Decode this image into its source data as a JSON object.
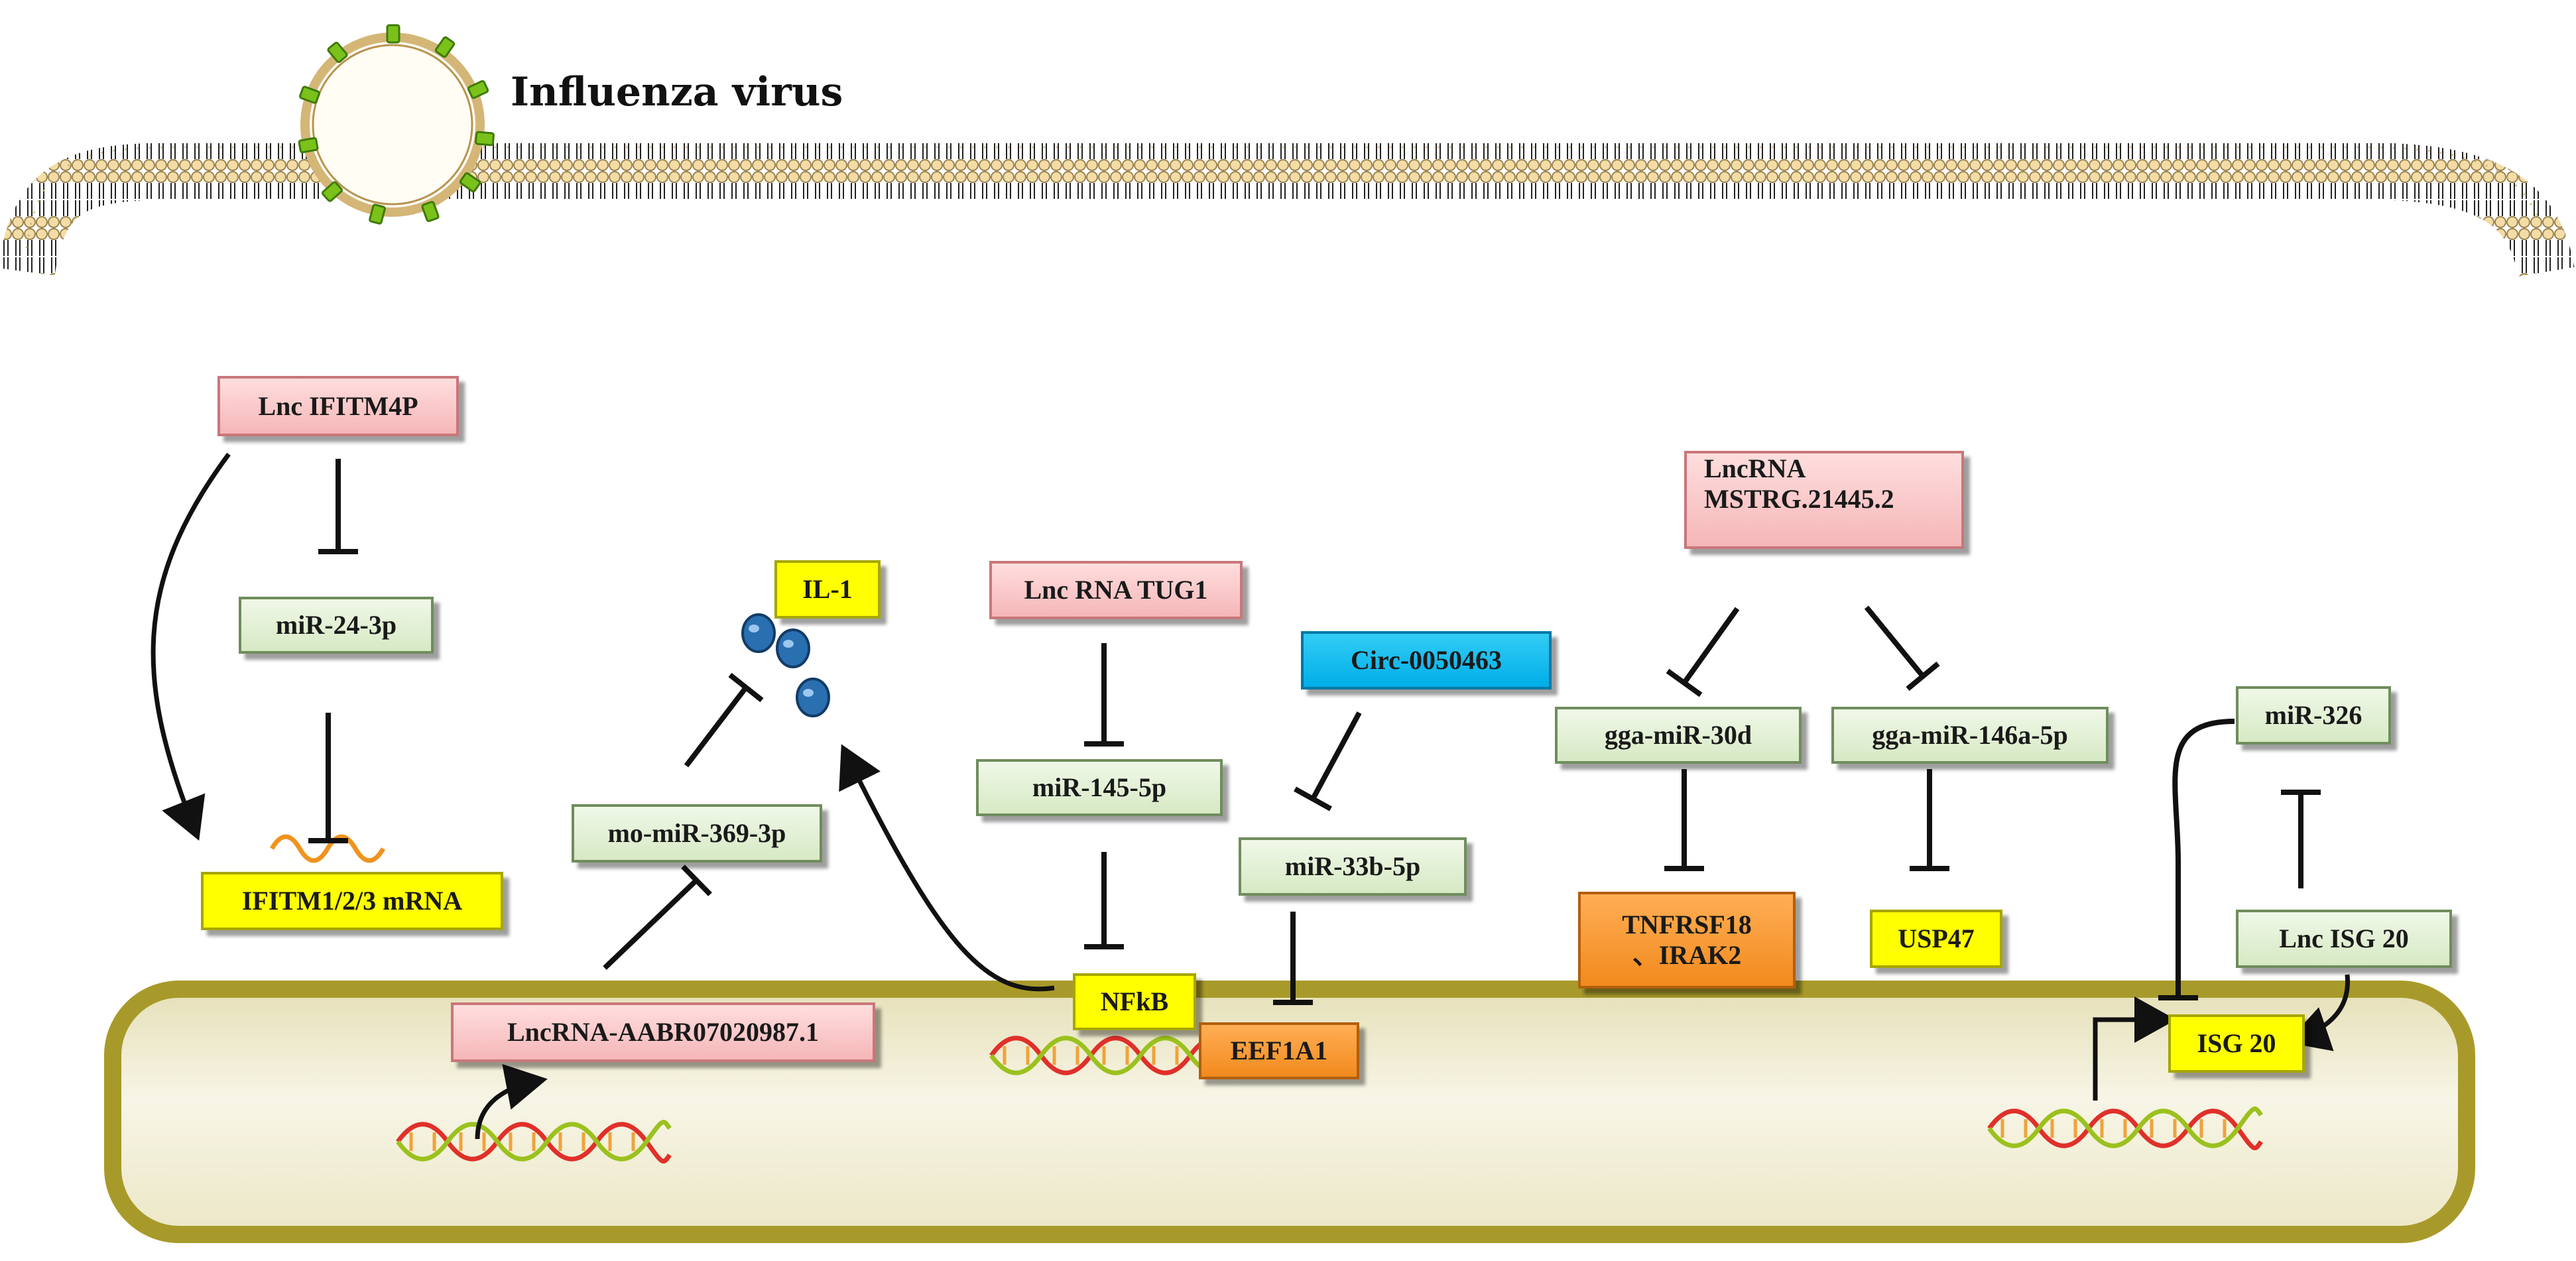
{
  "title": "Influenza virus",
  "nodes": {
    "lnc_ifitm4p": "Lnc IFITM4P",
    "mir_24_3p": "miR-24-3p",
    "ifitm_mrna": "IFITM1/2/3 mRNA",
    "il_1": "IL-1",
    "mo_mir_369": "mo-miR-369-3p",
    "lncrna_aabr": "LncRNA-AABR07020987.1",
    "lnc_tug1": "Lnc RNA TUG1",
    "mir_145": "miR-145-5p",
    "nfkb": "NFkB",
    "circ": "Circ-0050463",
    "mir_33b": "miR-33b-5p",
    "eef1a1": "EEF1A1",
    "mstrg_line1": "LncRNA",
    "mstrg_line2": "MSTRG.21445.2",
    "gga_30d": "gga-miR-30d",
    "gga_146a": "gga-miR-146a-5p",
    "tnfrsf_line1": "TNFRSF18",
    "tnfrsf_line2": "、IRAK2",
    "usp47": "USP47",
    "mir_326": "miR-326",
    "lnc_isg20": "Lnc ISG 20",
    "isg20": "ISG 20"
  },
  "colors": {
    "lncRNA": "#f5b6b8",
    "miRNA": "#d6e9c4",
    "target": "#ffff00",
    "target_alt": "#f28a1d",
    "circRNA": "#00aee8",
    "nucleus": "#eeeacb",
    "nucleus_border": "#a89a2a"
  },
  "icons": [
    "virus-icon",
    "membrane-icon",
    "dna-helix-icon",
    "mrna-wave-icon",
    "cytokine-dots-icon"
  ]
}
